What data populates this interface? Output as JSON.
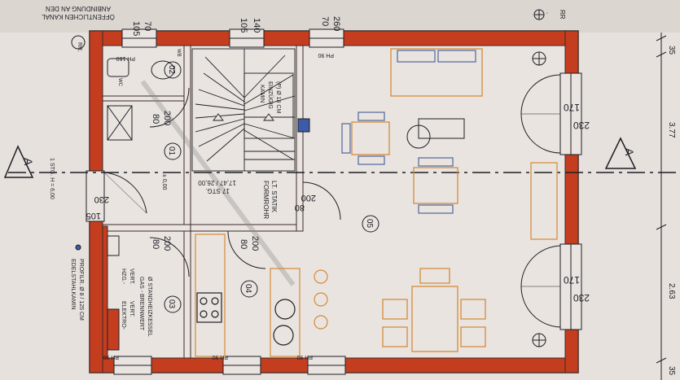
{
  "labels": {
    "canal": "ANBINDUNG AN DEN",
    "canal2": "ÖFFENTLICHEN KANAL",
    "rr_top": "RR",
    "rr_left": "RR.",
    "top_dims": [
      {
        "a": "105",
        "b": "70"
      },
      {
        "a": "105",
        "b": "140"
      },
      {
        "a": "70",
        "b": "260"
      }
    ],
    "bottom_dims": [
      "PH 90",
      "PH 90",
      "PH 90"
    ],
    "ph160": "PH 160",
    "ph90_top": "PH 90",
    "wc": "WC",
    "wb": "WB",
    "room01": "01",
    "room02": "02",
    "room03": "03",
    "room04": "04",
    "room05": "05",
    "door1_a": "80",
    "door1_b": "200",
    "door2_a": "80",
    "door2_b": "200",
    "door3_a": "80",
    "door3_b": "200",
    "door4_a": "80",
    "door4_b": "200",
    "entry_a": "105",
    "entry_b": "230",
    "kamin": "KAMIN",
    "kamin2": "EINZÜGIG",
    "kamin3": "(P) Ø 18 CM",
    "stairs": "17 STG.",
    "stairs2": "17,47 / 26,00",
    "level": "± 0,00",
    "formrohr": "FORMROHR",
    "formrohr2": "LT. STATIK",
    "window1_a": "170",
    "window1_b": "230",
    "window2_a": "170",
    "window2_b": "230",
    "section_a": "A",
    "section_a2": "A",
    "stg_h": "1 STG. H = 6,00",
    "edelstahl": "EDELSTAHLKAMIN",
    "edelstahl2": "PROFILR. Ø 8 / 125 CM",
    "elektro": "ELEKTRO-",
    "elektro2": "VERT.",
    "hzg": "HZG.-",
    "hzg2": "VERT.",
    "gas": "GAS - BRENNWERT",
    "gas2": "Ø STANDHEIZKESSEL",
    "dim_right": [
      "35",
      "3.77",
      "2.63",
      "35"
    ]
  },
  "colors": {
    "paper": "#e9e4e0",
    "wall": "#c43d1e",
    "wall_edge": "#3a2a28",
    "furniture": "#d48a3a",
    "furniture_blue": "#5a6fa0",
    "ink": "#1e1e24"
  }
}
